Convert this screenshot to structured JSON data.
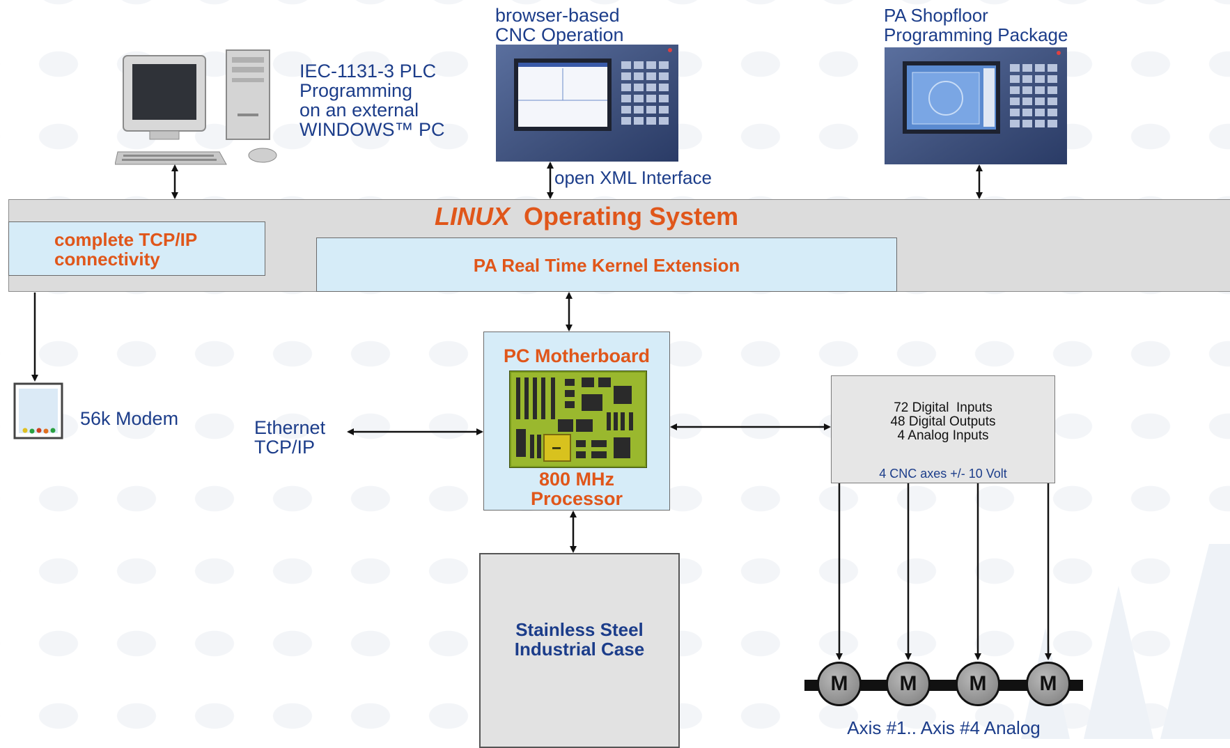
{
  "plc": {
    "lines": [
      "IEC-1131-3 PLC",
      "Programming",
      "on an external",
      "WINDOWS™ PC"
    ]
  },
  "cnc": {
    "lines": [
      "browser-based",
      "CNC Operation"
    ]
  },
  "shopfloor": {
    "lines": [
      "PA Shopfloor",
      "Programming Package"
    ]
  },
  "xml_label": "open XML Interface",
  "linux": {
    "italic": "LINUX",
    "rest": "Operating System"
  },
  "tcp": {
    "lines": [
      "complete TCP/IP",
      "connectivity"
    ]
  },
  "kernel_label": "PA Real Time Kernel Extension",
  "modem_label": "56k Modem",
  "ethernet": {
    "lines": [
      "Ethernet",
      "TCP/IP"
    ]
  },
  "motherboard": {
    "title": "PC Motherboard",
    "processor_lines": [
      "800 MHz",
      "Processor"
    ]
  },
  "io": {
    "lines": [
      "72 Digital  Inputs",
      "48 Digital Outputs",
      "4 Analog Inputs"
    ],
    "axes_label": "4 CNC axes +/- 10 Volt"
  },
  "case": {
    "lines": [
      "Stainless Steel",
      "Industrial Case"
    ]
  },
  "motors": {
    "symbol": "M",
    "caption": "Axis #1.. Axis #4 Analog"
  },
  "colors": {
    "orange": "#e0561a",
    "navy": "#1c3d8a",
    "light_blue": "#d6ecf8",
    "band_gray": "#dcdcdc"
  }
}
